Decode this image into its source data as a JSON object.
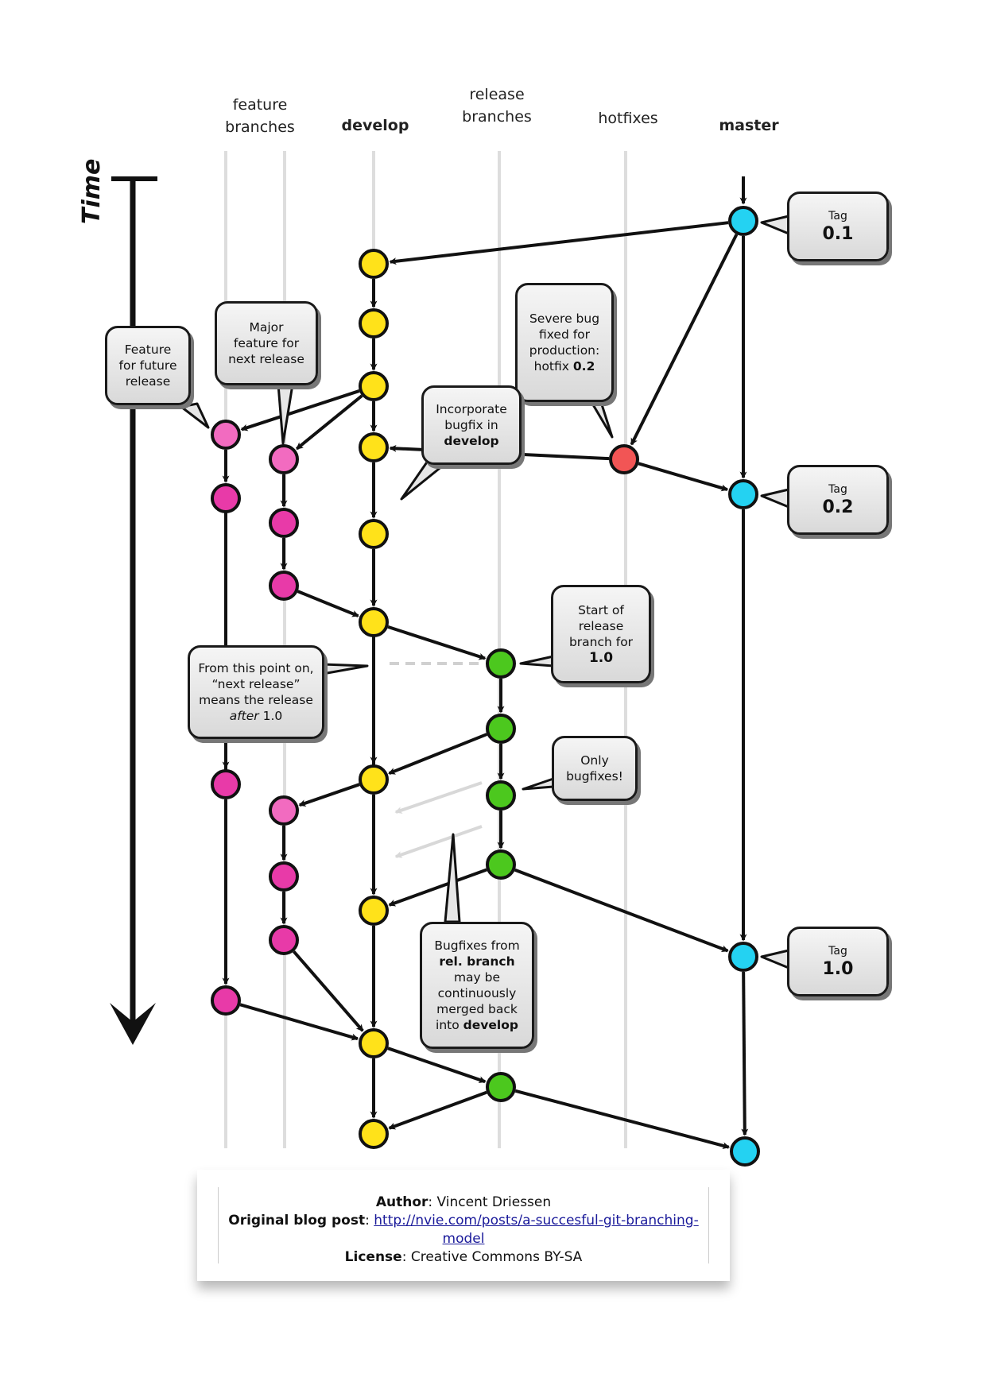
{
  "lanes": {
    "feature": "feature\nbranches",
    "develop": "develop",
    "release": "release\nbranches",
    "hotfixes": "hotfixes",
    "master": "master"
  },
  "time_label": "Time",
  "callouts": {
    "feature_future": "Feature\nfor future\nrelease",
    "major_feature": "Major\nfeature for\nnext release",
    "severe_bug": "Severe bug\nfixed for\nproduction:\nhotfix",
    "severe_bug_version": "0.2",
    "incorporate_a": "Incorporate\nbugfix in",
    "incorporate_b": "develop",
    "start_release": "Start of\nrelease\nbranch for",
    "start_release_version": "1.0",
    "from_point_a": "From this point on,\n“next release”\nmeans the release",
    "from_point_after": "after",
    "from_point_version": "1.0",
    "only_bugfixes": "Only\nbugfixes!",
    "bugfixes_a": "Bugfixes from",
    "bugfixes_b": "rel. branch",
    "bugfixes_c": "may be\ncontinuously\nmerged back\ninto",
    "bugfixes_d": "develop"
  },
  "tags": [
    {
      "label": "Tag",
      "version": "0.1"
    },
    {
      "label": "Tag",
      "version": "0.2"
    },
    {
      "label": "Tag",
      "version": "1.0"
    }
  ],
  "footer": {
    "author_label": "Author",
    "author": "Vincent Driessen",
    "blog_label": "Original blog post",
    "blog_url": "http://nvie.com/posts/a-succesful-git-branching-model",
    "license_label": "License",
    "license": "Creative Commons BY-SA"
  },
  "colors": {
    "feature": "#f26bc0",
    "feature_dark": "#e83aa8",
    "develop": "#ffe21a",
    "release": "#4cc81e",
    "hotfix": "#f25555",
    "master": "#24d2f2",
    "outline": "#111111",
    "lane": "#dddddd"
  }
}
